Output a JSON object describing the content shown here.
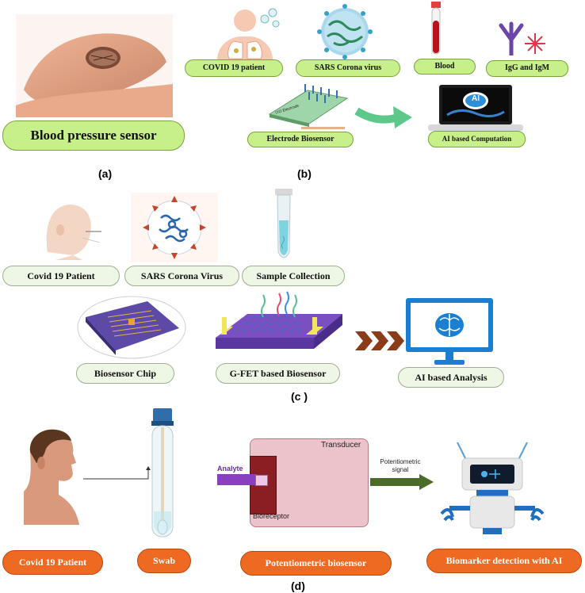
{
  "panel_a": {
    "label": "(a)",
    "box": "Blood pressure sensor"
  },
  "panel_b": {
    "label": "(b)",
    "items": [
      "COVID 19 patient",
      "SARS Corona virus",
      "Blood",
      "IgG and IgM",
      "Electrode Biosensor",
      "AI based Computation"
    ],
    "electrode_text": "ITO Electrode",
    "ai_text": "AI"
  },
  "panel_c": {
    "label": "(c )",
    "items": [
      "Covid 19 Patient",
      "SARS Corona Virus",
      "Sample Collection",
      "Biosensor Chip",
      "G-FET based Biosensor",
      "AI based Analysis"
    ]
  },
  "panel_d": {
    "label": "(d)",
    "items": [
      "Covid 19 Patient",
      "Swab",
      "Potentiometric biosensor",
      "Biomarker detection with AI"
    ],
    "transducer": "Transducer",
    "analyte": "Analyte",
    "bioreceptor": "Bioreceptor",
    "signal": "Potentiometric signal"
  },
  "colors": {
    "green_box": "#c8f08a",
    "light_green_box": "#e2f7cf",
    "orange_box": "#ee6a23",
    "arrow_green": "#5cc98a",
    "chevron": "#8a3b17",
    "transducer_fill": "#ecc3cb",
    "bioreceptor_fill": "#8b1e22",
    "analyte_fill": "#8a3ec0",
    "monitor_blue": "#1a7fd0"
  }
}
